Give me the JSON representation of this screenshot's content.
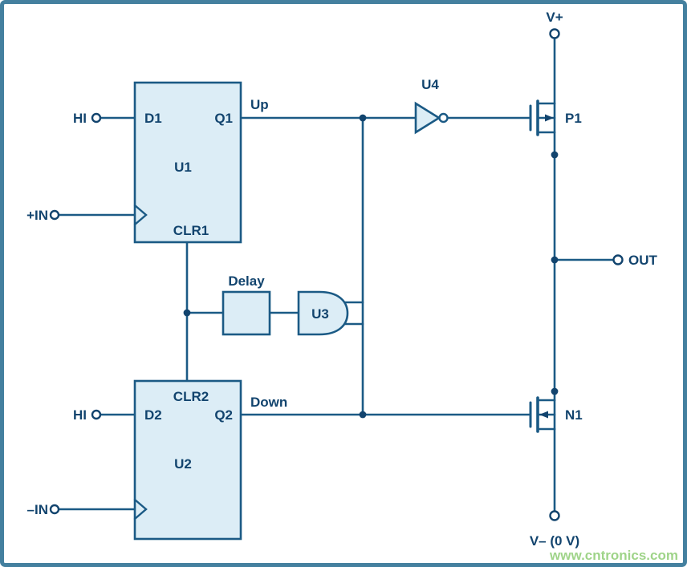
{
  "diagram": {
    "power_labels": {
      "v_plus": "V+",
      "v_minus": "V– (0 V)"
    },
    "io_labels": {
      "out": "OUT",
      "in_plus": "+IN",
      "in_minus": "–IN",
      "hi_top": "HI",
      "hi_bottom": "HI"
    },
    "net_labels": {
      "up": "Up",
      "down": "Down"
    },
    "components": {
      "u1": {
        "ref": "U1",
        "pin_d": "D1",
        "pin_q": "Q1",
        "pin_clr": "CLR1"
      },
      "u2": {
        "ref": "U2",
        "pin_d": "D2",
        "pin_q": "Q2",
        "pin_clr": "CLR2"
      },
      "u3": {
        "ref": "U3"
      },
      "u4": {
        "ref": "U4"
      },
      "delay": {
        "ref": "Delay"
      },
      "p1": {
        "ref": "P1"
      },
      "n1": {
        "ref": "N1"
      }
    },
    "watermark": "www.cntronics.com",
    "colors": {
      "wire": "#1b5a85",
      "label_text": "#12446e",
      "component_fill": "#dcedf6",
      "frame_border": "#44809f",
      "watermark_green": "#9fd489",
      "background": "#ffffff"
    }
  }
}
